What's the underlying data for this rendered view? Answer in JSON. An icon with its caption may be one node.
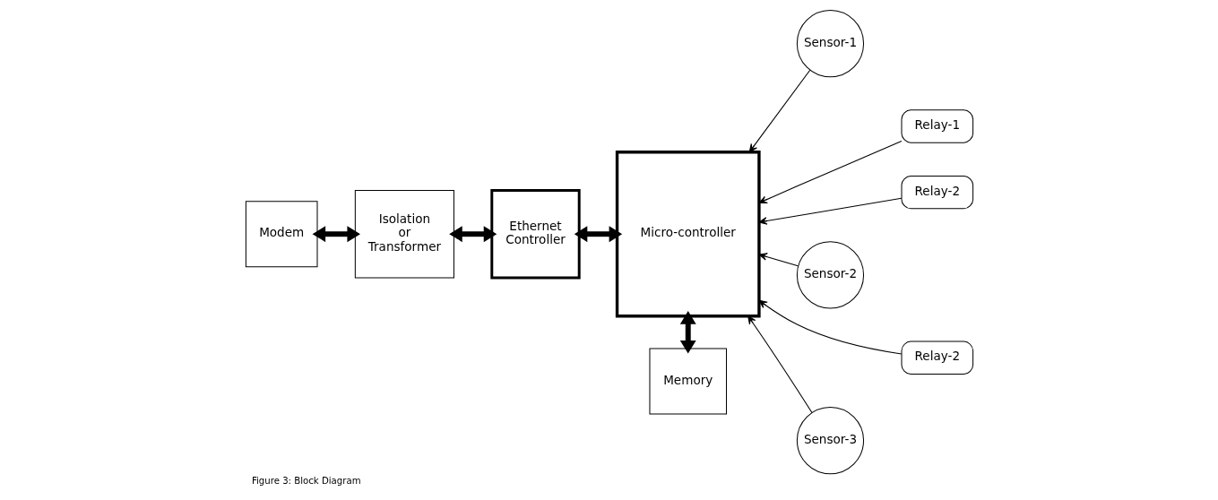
{
  "diagram": {
    "caption": "Figure 3: Block Diagram",
    "nodes": [
      {
        "text": [
          "Modem"
        ]
      },
      {
        "text": [
          "Isolation or Transformer"
        ]
      },
      {
        "text": [
          "Ethernet Controller"
        ]
      },
      {
        "text": [
          "Micro-controller"
        ]
      },
      {
        "text": [
          "Sensor-1"
        ]
      },
      {
        "text": [
          "Relay-1"
        ]
      },
      {
        "text": [
          "Relay-2"
        ]
      },
      {
        "text": [
          "Sensor-2"
        ]
      },
      {
        "text": [
          "Relay-2"
        ]
      },
      {
        "text": [
          "Sensor-3"
        ]
      },
      {
        "text": [
          "Memory"
        ]
      }
    ],
    "edges": [
      {
        "from": 0,
        "to": 1,
        "arrow": "both",
        "style": "thick"
      },
      {
        "from": 1,
        "to": 2,
        "arrow": "both",
        "style": "thick"
      },
      {
        "from": 2,
        "to": 3,
        "arrow": "both",
        "style": "thick"
      },
      {
        "from": 4,
        "to": 3,
        "arrow": "to"
      },
      {
        "from": 5,
        "to": 3,
        "arrow": "to"
      },
      {
        "from": 6,
        "to": 3,
        "arrow": "to"
      },
      {
        "from": 7,
        "to": 3,
        "arrow": "to"
      },
      {
        "from": 8,
        "to": 3,
        "arrow": "to"
      },
      {
        "from": 9,
        "to": 3,
        "arrow": "to"
      },
      {
        "from": 3,
        "to": 10,
        "arrow": "both",
        "style": "thick"
      }
    ]
  }
}
